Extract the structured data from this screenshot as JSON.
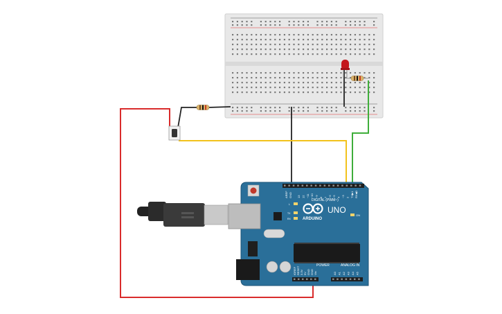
{
  "board": {
    "brand": "ARDUINO",
    "model": "UNO",
    "digital_label": "DIGITAL (PWM~)",
    "power_label": "POWER",
    "analog_label": "ANALOG IN",
    "on_label": "ON",
    "l_label": "L",
    "tx_label": "TX",
    "rx_label": "RX",
    "aref_label": "AREF",
    "gnd_label": "GND",
    "digital_pins": [
      "13",
      "12",
      "~11",
      "~10",
      "~9",
      "8",
      "7",
      "~6",
      "~5",
      "4",
      "~3",
      "2",
      "TX▶1",
      "RX◀0"
    ],
    "power_pins": [
      "IOREF",
      "RESET",
      "3.3V",
      "5V",
      "GND",
      "GND",
      "Vin"
    ],
    "analog_pins": [
      "A0",
      "A1",
      "A2",
      "A3",
      "A4",
      "A5"
    ]
  },
  "colors": {
    "board": "#2a6f99",
    "wire_red": "#d92b2b",
    "wire_black": "#222222",
    "wire_yellow": "#f2c21b",
    "wire_green": "#3fae3a",
    "led": "#c4161c",
    "breadboard": "#e6e6e6"
  },
  "components": {
    "led": "red-led",
    "resistor_count": 2,
    "button": "pushbutton",
    "usb_cable": "usb-b-cable"
  }
}
